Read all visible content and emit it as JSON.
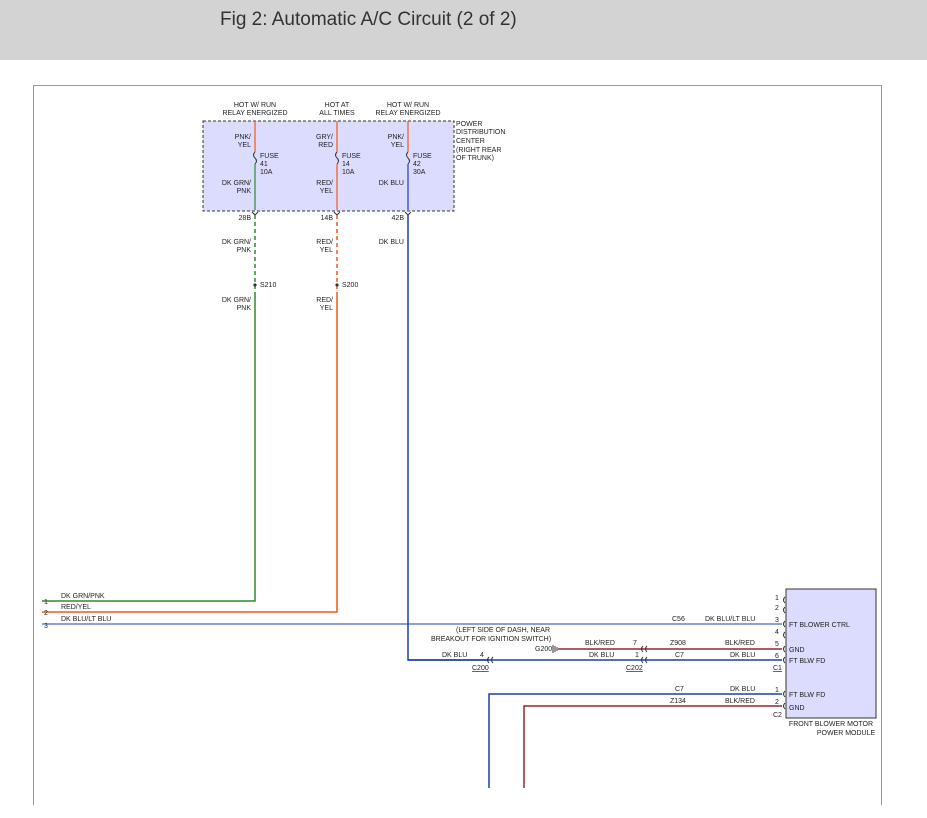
{
  "header": {
    "title": "Fig 2: Automatic A/C Circuit (2 of 2)"
  },
  "colors": {
    "header_bg": "#d3d3d3",
    "pdc_fill": "#dcdcff",
    "wire_green": "#2e8b2e",
    "wire_orange": "#f05a1a",
    "wire_blue": "#1c3fb0",
    "wire_red": "#8b2a2a",
    "module_fill": "#dcdcff"
  },
  "pdc": {
    "title_lines": [
      "POWER",
      "DISTRIBUTION",
      "CENTER",
      "(RIGHT REAR",
      "OF TRUNK)"
    ],
    "col1": {
      "hot_lines": [
        "HOT W/ RUN",
        "RELAY ENERGIZED"
      ],
      "wire_in": [
        "PNK/",
        "YEL"
      ],
      "fuse_lines": [
        "FUSE",
        "41",
        "10A"
      ],
      "wire_out": [
        "DK GRN/",
        "PNK"
      ],
      "terminal": "28B"
    },
    "col2": {
      "hot_lines": [
        "HOT AT",
        "ALL TIMES"
      ],
      "wire_in": [
        "GRY/",
        "RED"
      ],
      "fuse_lines": [
        "FUSE",
        "14",
        "10A"
      ],
      "wire_out": [
        "RED/",
        "YEL"
      ],
      "terminal": "14B"
    },
    "col3": {
      "hot_lines": [
        "HOT W/ RUN",
        "RELAY ENERGIZED"
      ],
      "wire_in": [
        "PNK/",
        "YEL"
      ],
      "fuse_lines": [
        "FUSE",
        "42",
        "30A"
      ],
      "wire_out": [
        "DK BLU"
      ],
      "terminal": "42B"
    }
  },
  "wires": {
    "w1_top": [
      "DK GRN/",
      "PNK"
    ],
    "w1_bot": [
      "DK GRN/",
      "PNK"
    ],
    "splice1": "S210",
    "w2_top": [
      "RED/",
      "YEL"
    ],
    "w2_bot": [
      "RED/",
      "YEL"
    ],
    "splice2": "S200",
    "w3_top": "DK BLU"
  },
  "left_pins": [
    {
      "num": "1",
      "label": "DK GRN/PNK"
    },
    {
      "num": "2",
      "label": "RED/YEL"
    },
    {
      "num": "3",
      "label": "DK BLU/LT BLU"
    }
  ],
  "mid": {
    "c56": "C56",
    "dkblu_ltblu": "DK BLU/LT BLU",
    "note_lines": [
      "(LEFT SIDE OF DASH, NEAR",
      "BREAKOUT FOR IGNITION SWITCH)"
    ],
    "g200": "G200",
    "blk_red1": "BLK/RED",
    "pin7": "7",
    "z908": "Z908",
    "blk_red2": "BLK/RED",
    "dk_blu1": "DK BLU",
    "pin4": "4",
    "dk_blu2": "DK BLU",
    "pin1": "1",
    "c7a": "C7",
    "dk_blu3": "DK BLU",
    "c200": "C200",
    "c202": "C202",
    "c7b": "C7",
    "dk_blu4": "DK BLU",
    "z134": "Z134",
    "blk_red3": "BLK/RED"
  },
  "module": {
    "title_lines": [
      "FRONT BLOWER MOTOR",
      "POWER MODULE"
    ],
    "c1_pins": [
      "1",
      "2",
      "3",
      "4",
      "5",
      "6"
    ],
    "c1_labels": {
      "p3": "FT BLOWER CTRL",
      "p5": "GND",
      "p6": "FT BLW FD"
    },
    "c1": "C1",
    "c2_pins": [
      "1",
      "2"
    ],
    "c2_labels": {
      "p1": "FT BLW FD",
      "p2": "GND"
    },
    "c2": "C2"
  }
}
